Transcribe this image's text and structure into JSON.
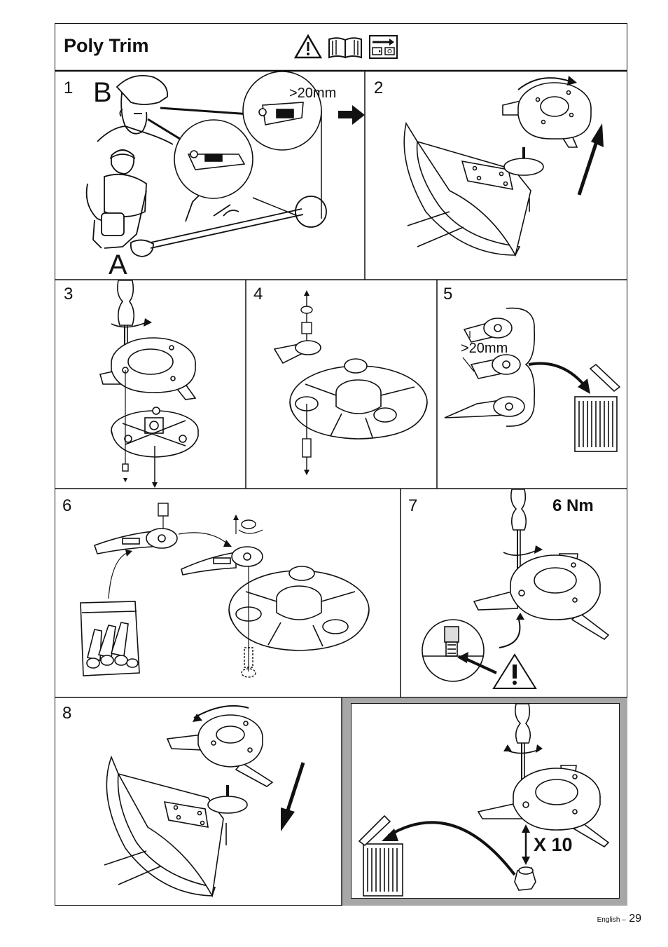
{
  "header": {
    "title": "Poly Trim",
    "icons": [
      "warning-triangle-icon",
      "open-book-icon",
      "arrow-panel-icon"
    ]
  },
  "panels": [
    {
      "number": "1",
      "labels": {
        "b": "B",
        "a": "A",
        "measure": ">20mm"
      }
    },
    {
      "number": "2"
    },
    {
      "number": "3"
    },
    {
      "number": "4"
    },
    {
      "number": "5",
      "labels": {
        "measure": ">20mm"
      }
    },
    {
      "number": "6"
    },
    {
      "number": "7",
      "labels": {
        "torque": "6 Nm"
      }
    },
    {
      "number": "8"
    },
    {
      "number": "",
      "labels": {
        "repeat": "X 10"
      }
    }
  ],
  "footer": {
    "language": "English –",
    "page": "29"
  }
}
